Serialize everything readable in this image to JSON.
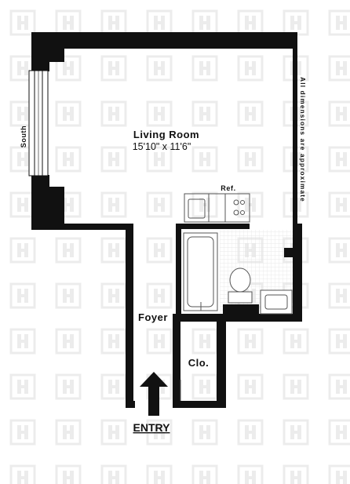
{
  "plan": {
    "living_room": {
      "name": "Living Room",
      "dimensions": "15'10\"  x  11'6\""
    },
    "foyer": "Foyer",
    "closet": "Clo.",
    "refrigerator": "Ref.",
    "orientation": "South",
    "entry": "ENTRY",
    "note": "All dimensions are approximate"
  },
  "colors": {
    "wall": "#111111",
    "watermark": "#ececec",
    "tile": "#e2e2e2",
    "fixture": "#555555"
  }
}
